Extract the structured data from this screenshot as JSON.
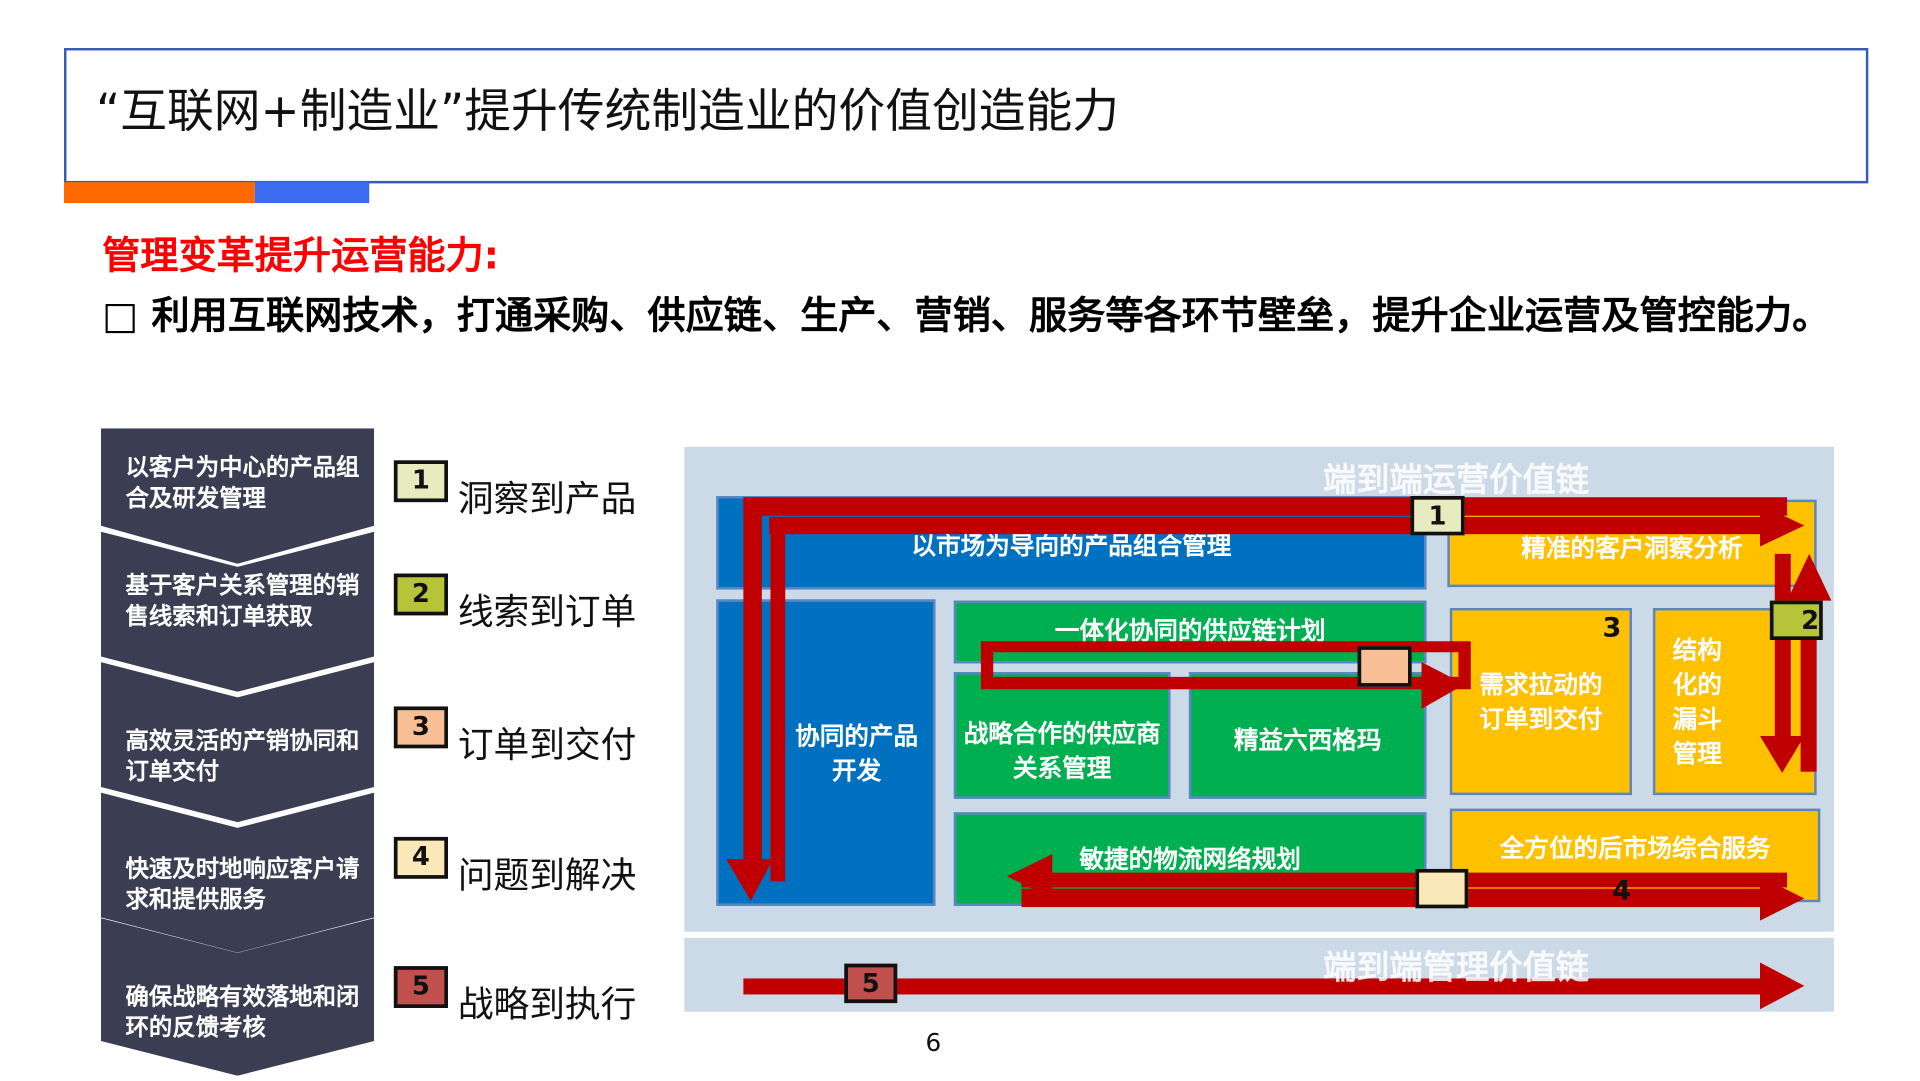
{
  "title": "“互联网+制造业”提升传统制造业的价值创造能力",
  "heading": "管理变革提升运营能力:",
  "bullet": "□ 利用互联网技术，打通采购、供应链、生产、营销、服务等各环节壁垒，提升企业运营及管控能力。",
  "chevrons": [
    "以客户为中心的产品组合及研发管理",
    "基于客户关系管理的销售线索和订单获取",
    "高效灵活的产销协同和订单交付",
    "快速及时地响应客户请求和提供服务",
    "确保战略有效落地和闭环的反馈考核"
  ],
  "steps": [
    {
      "num": "1",
      "label": "洞察到产品",
      "color": "#e6ebc0"
    },
    {
      "num": "2",
      "label": "线索到订单",
      "color": "#b7c43a"
    },
    {
      "num": "3",
      "label": "订单到交付",
      "color": "#f8be96"
    },
    {
      "num": "4",
      "label": "问题到解决",
      "color": "#fbe8b8"
    },
    {
      "num": "5",
      "label": "战略到执行",
      "color": "#c0504d"
    }
  ],
  "diagram": {
    "ops_chain": "端到端运营价值链",
    "mgmt_chain": "端到端管理价值链",
    "blocks": {
      "market_portfolio": "以市场为导向的产品组合管理",
      "customer_insight": "精准的客户洞察分析",
      "collab_dev": "协同的产品开发",
      "supply_plan": "一体化协同的供应链计划",
      "supplier_rel": "战略合作的供应商关系管理",
      "lean_six_sigma": "精益六西格玛",
      "demand_pull": "需求拉动的订单到交付",
      "funnel": "结构化的漏斗管理",
      "logistics": "敏捷的物流网络规划",
      "aftermarket": "全方位的后市场综合服务"
    },
    "arrow_color": "#c00000"
  },
  "page_number": "6"
}
